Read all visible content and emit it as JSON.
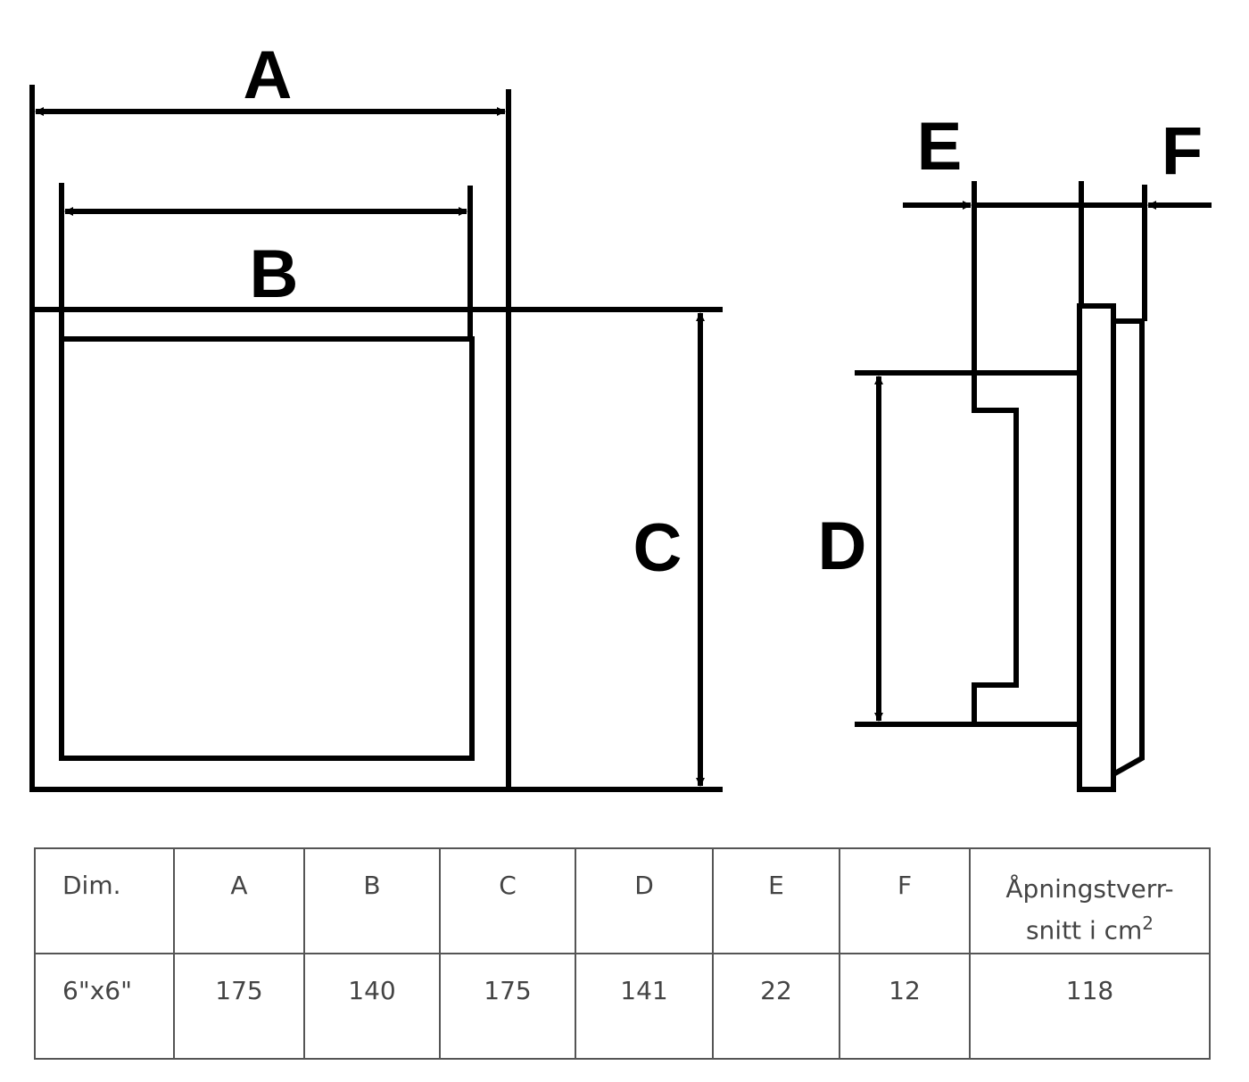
{
  "labels": {
    "A": "A",
    "B": "B",
    "C": "C",
    "D": "D",
    "E": "E",
    "F": "F"
  },
  "table": {
    "header": {
      "dim": "Dim.",
      "a": "A",
      "b": "B",
      "c": "C",
      "d": "D",
      "e": "E",
      "f": "F",
      "opening_line1": "Åpningstverr-",
      "opening_line2": "snitt i cm",
      "opening_sup": "2"
    },
    "row": {
      "dim": "6\"x6\"",
      "a": "175",
      "b": "140",
      "c": "175",
      "d": "141",
      "e": "22",
      "f": "12",
      "opening": "118"
    }
  },
  "colors": {
    "ink": "#000000",
    "table_border": "#555555",
    "table_text": "#444444"
  }
}
